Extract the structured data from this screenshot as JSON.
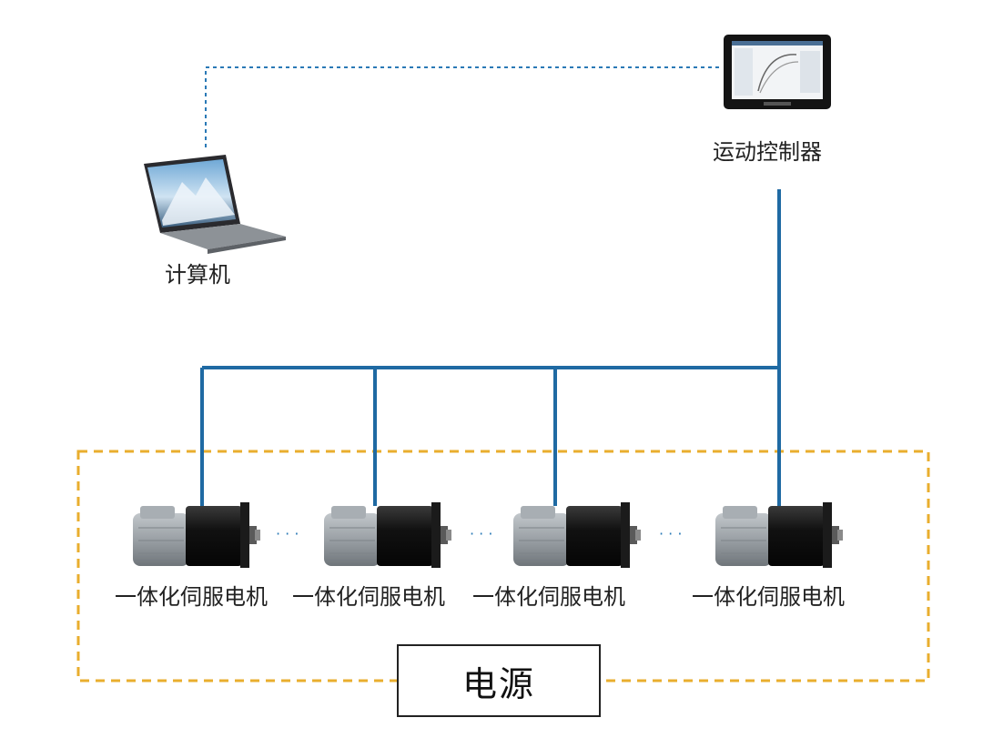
{
  "nodes": {
    "controller": {
      "label": "运动控制器"
    },
    "computer": {
      "label": "计算机"
    },
    "motors": [
      {
        "label": "一体化伺服电机"
      },
      {
        "label": "一体化伺服电机"
      },
      {
        "label": "一体化伺服电机"
      },
      {
        "label": "一体化伺服电机"
      }
    ],
    "ellipsis": "· · ·",
    "power": {
      "label": "电源"
    }
  },
  "colors": {
    "bus_line": "#1f6aa3",
    "dashed_link": "#2a79b6",
    "power_region": "#e9ae2e",
    "motor_body_dark": "#151515",
    "motor_housing_grey": "#9ba1a6"
  }
}
